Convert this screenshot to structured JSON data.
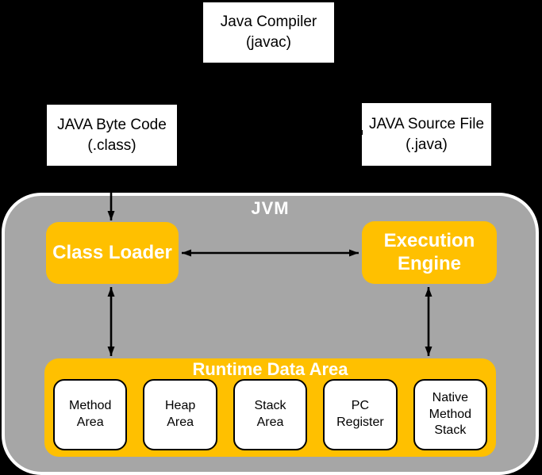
{
  "colors": {
    "gold": "#FFC000",
    "gray": "#A6A6A6",
    "background": "#000000",
    "box_white": "#FFFFFF",
    "arrow": "#000000"
  },
  "compiler_box": {
    "line1": "Java Compiler",
    "line2": "(javac)"
  },
  "bytecode_box": {
    "line1": "JAVA Byte Code",
    "line2": "(.class)"
  },
  "source_box": {
    "line1": "JAVA Source File",
    "line2": "(.java)"
  },
  "jvm": {
    "title": "JVM",
    "class_loader_label": "Class Loader",
    "execution_engine_label": "Execution\nEngine",
    "runtime": {
      "title": "Runtime Data Area",
      "cells": [
        {
          "label": "Method\nArea"
        },
        {
          "label": "Heap\nArea"
        },
        {
          "label": "Stack\nArea"
        },
        {
          "label": "PC\nRegister"
        },
        {
          "label": "Native\nMethod\nStack"
        }
      ]
    }
  },
  "arrows": [
    {
      "name": "bytecode-to-classloader",
      "type": "single-down"
    },
    {
      "name": "classloader-executionengine",
      "type": "double-horizontal"
    },
    {
      "name": "classloader-runtime",
      "type": "double-vertical"
    },
    {
      "name": "executionengine-runtime",
      "type": "double-vertical"
    }
  ]
}
